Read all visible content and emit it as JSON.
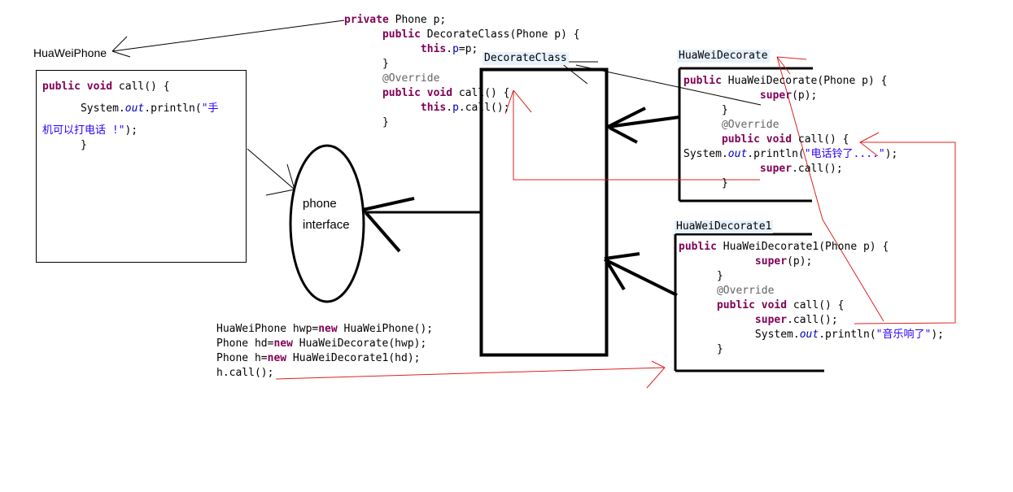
{
  "labels": {
    "huawei_phone": "HuaWeiPhone",
    "decorate_class": "DecorateClass",
    "huawei_decorate": "HuaWeiDecorate",
    "huawei_decorate1": "HuaWeiDecorate1",
    "phone_line1": "phone",
    "phone_line2": "interface"
  },
  "huawei_phone_code": {
    "kw_sig": "public void",
    "sig_rest": " call() {",
    "print_pre": "System.",
    "out": "out",
    "print_mid": ".println(",
    "str_part1": "\"手",
    "str_part2": "机可以打电话 !\"",
    "print_end": ");",
    "close": "}"
  },
  "decorate_class_code": {
    "kw_private": "private",
    "field_rest": " Phone p;",
    "kw_public1": "public",
    "ctor_rest": " DecorateClass(Phone p) {",
    "kw_this1": "this",
    "assign_dot": ".",
    "assign_field": "p",
    "assign_rest": "=p;",
    "close1": "}",
    "override": "@Override",
    "kw_public2": "public void",
    "call_rest": " call() {",
    "kw_this2": "this",
    "call_dot": ".",
    "call_field": "p",
    "call_body": ".call();",
    "close2": "}"
  },
  "huawei_decorate_code": {
    "kw_public": "public",
    "ctor_rest": " HuaWeiDecorate(Phone p) {",
    "kw_super": "super",
    "super_rest": "(p);",
    "close1": "}",
    "override": "@Override",
    "kw_pv": "public void",
    "call_rest": " call() {",
    "print_pre": "System.",
    "out": "out",
    "print_mid": ".println(",
    "str": "\"电话铃了....\"",
    "print_end": ");",
    "kw_super2": "super",
    "super_call": ".call();",
    "close2": "}"
  },
  "huawei_decorate1_code": {
    "kw_public": "public",
    "ctor_rest": " HuaWeiDecorate1(Phone p) {",
    "kw_super": "super",
    "super_rest": "(p);",
    "close1": "}",
    "override": "@Override",
    "kw_pv": "public void",
    "call_rest": " call() {",
    "kw_super2": "super",
    "super_call": ".call();",
    "print_pre": "System.",
    "out": "out",
    "print_mid": ".println(",
    "str": "\"音乐响了\"",
    "print_end": ");",
    "close2": "}"
  },
  "main_code": {
    "l1_pre": "HuaWeiPhone hwp=",
    "l1_kw": "new",
    "l1_post": " HuaWeiPhone();",
    "l2_pre": "Phone hd=",
    "l2_kw": "new",
    "l2_post": " HuaWeiDecorate(hwp);",
    "l3_pre": "Phone h=",
    "l3_kw": "new",
    "l3_post": " HuaWeiDecorate1(hd);",
    "l4": "h.call();"
  },
  "colors": {
    "keyword": "#7f0055",
    "annotation": "#646464",
    "string": "#2a00ff",
    "field": "#0000c0",
    "red_arrow": "#e02020",
    "black_line": "#000000"
  }
}
